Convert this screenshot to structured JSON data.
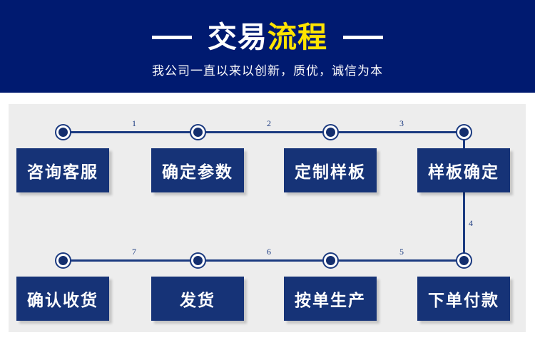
{
  "banner": {
    "title_white": "交易",
    "title_yellow": "流程",
    "subtitle": "我公司一直以来以创新，质优，诚信为本",
    "dash_left": "",
    "dash_right": "",
    "bg_color": "#001a70",
    "accent_color": "#ffe400"
  },
  "flow": {
    "box_color": "#163377",
    "line_color": "#1b3a80",
    "panel_color": "#ededed",
    "top_row": [
      {
        "label": "咨询客服"
      },
      {
        "label": "确定参数"
      },
      {
        "label": "定制样板"
      },
      {
        "label": "样板确定"
      }
    ],
    "bottom_row": [
      {
        "label": "确认收货"
      },
      {
        "label": "发货"
      },
      {
        "label": "按单生产"
      },
      {
        "label": "下单付款"
      }
    ],
    "connectors": {
      "top_1": "1",
      "top_2": "2",
      "top_3": "3",
      "vertical_4": "4",
      "bottom_5": "5",
      "bottom_6": "6",
      "bottom_7": "7"
    }
  }
}
